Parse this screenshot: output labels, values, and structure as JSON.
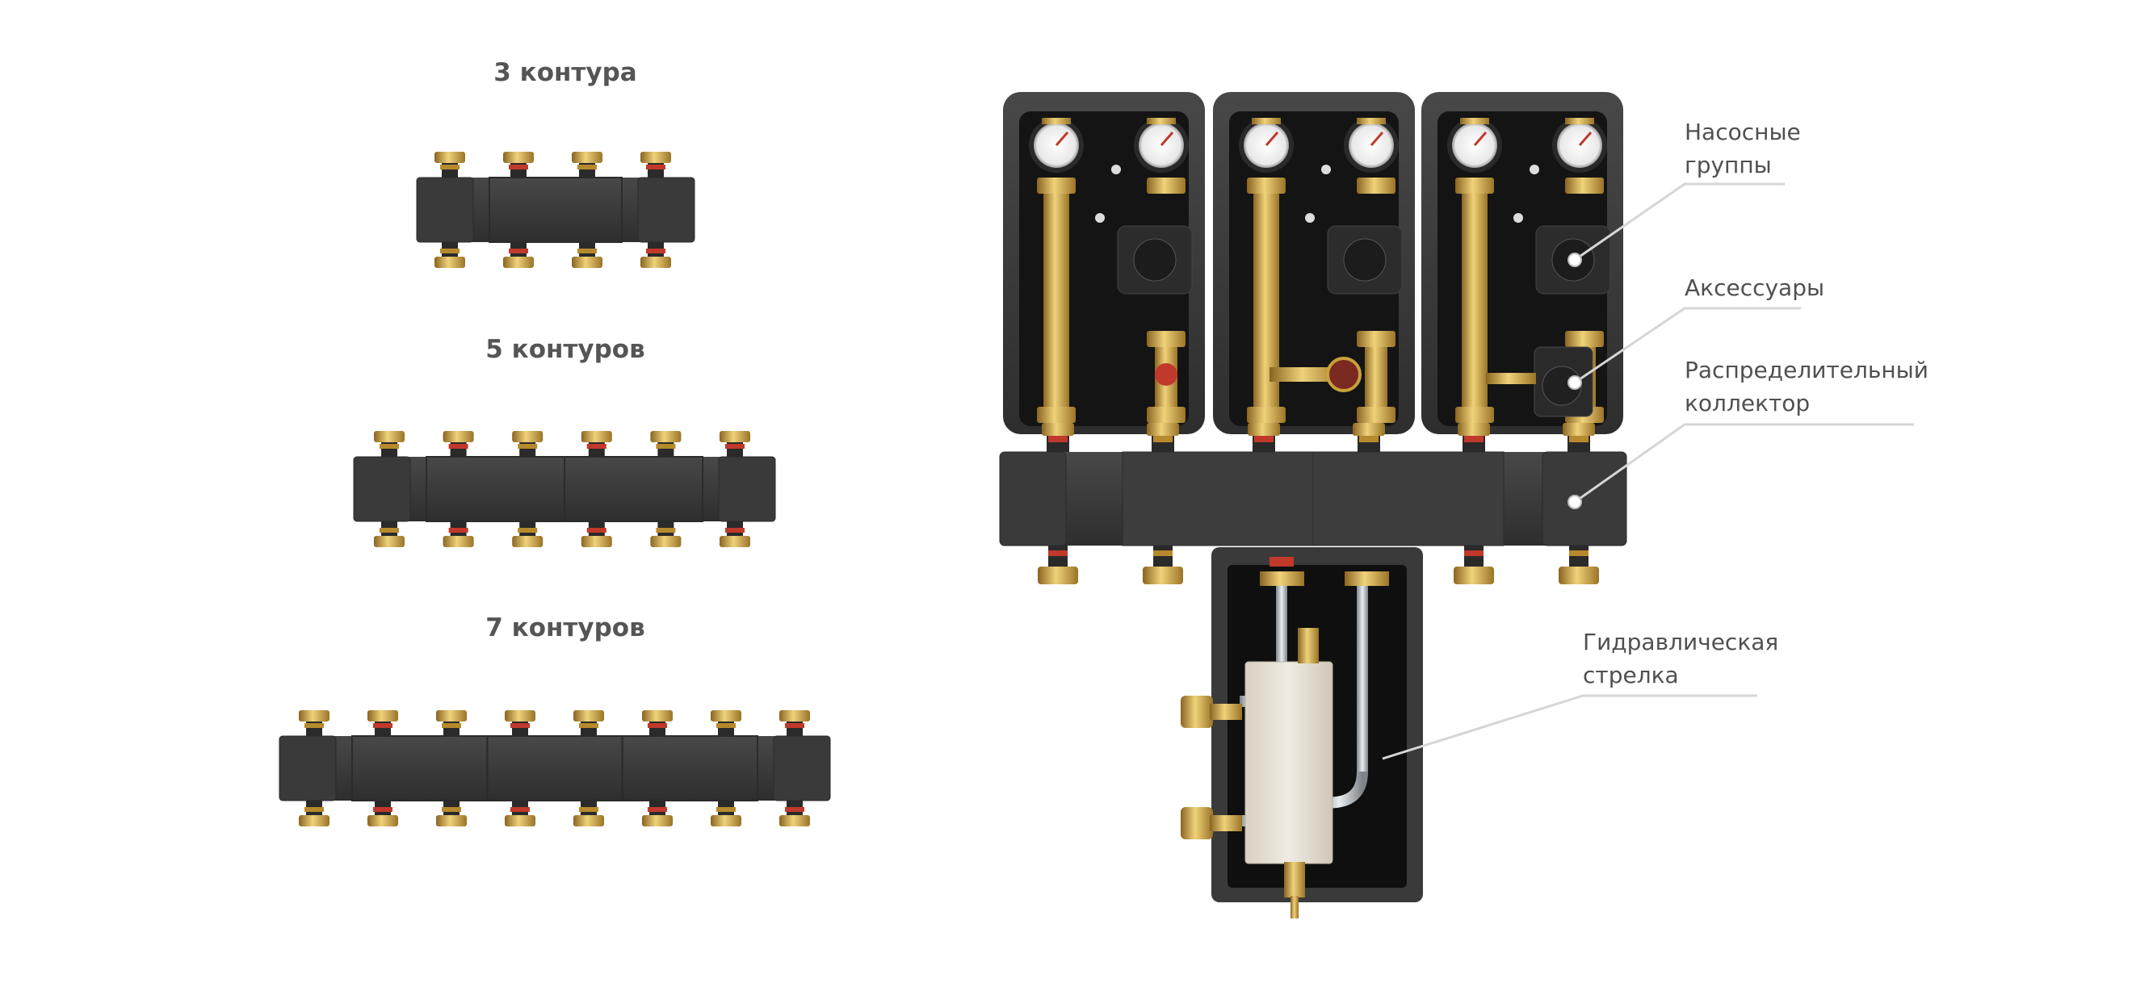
{
  "variants": [
    {
      "title": "3 контура"
    },
    {
      "title": "5 контуров"
    },
    {
      "title": "7 контуров"
    }
  ],
  "callouts": [
    {
      "lines": [
        "Насосные",
        "группы"
      ]
    },
    {
      "lines": [
        "Аксессуары"
      ]
    },
    {
      "lines": [
        "Распределительный",
        "коллектор"
      ]
    },
    {
      "lines": [
        "Гидравлическая",
        "стрелка"
      ]
    }
  ],
  "colors": {
    "housing": "#3c3c3c",
    "interior": "#111111",
    "brass": "#c9a03a",
    "red_ring": "#c0392b",
    "separator": "#e6e0d4",
    "leader_line": "#d4d4d4"
  }
}
